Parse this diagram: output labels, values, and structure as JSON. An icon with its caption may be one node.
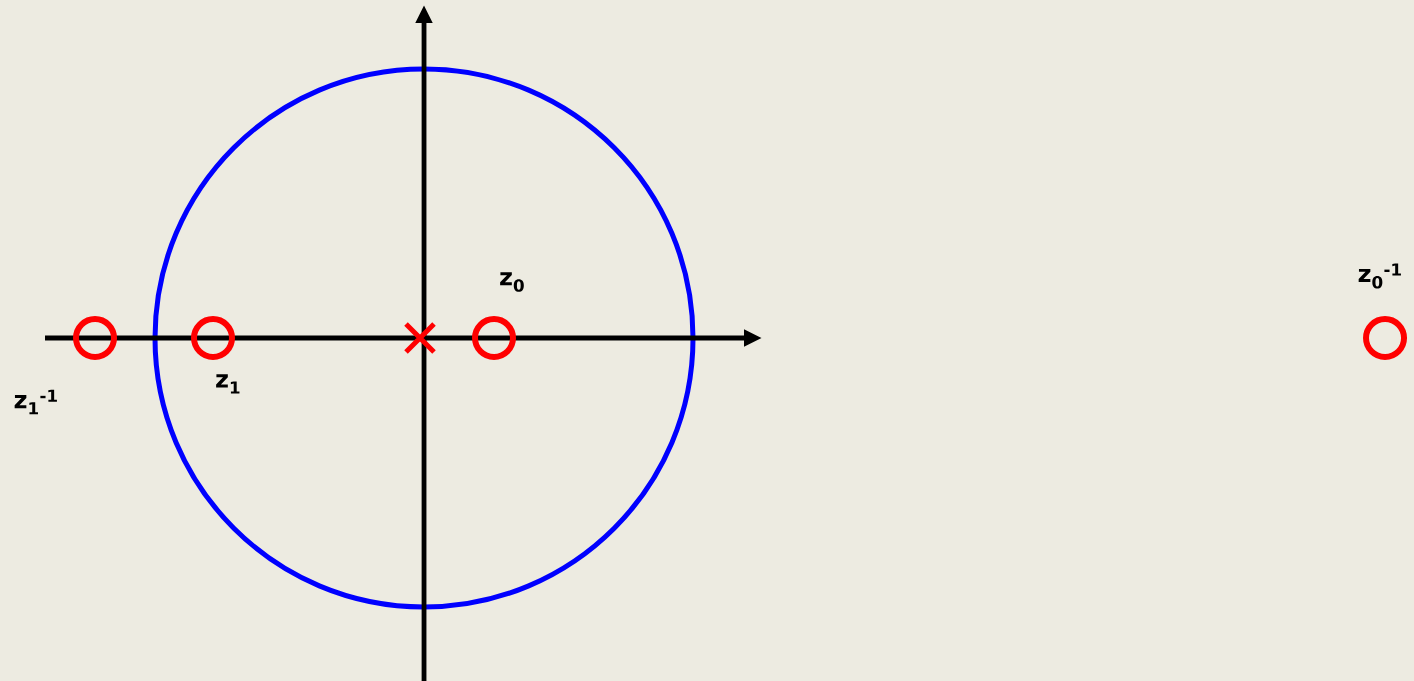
{
  "diagram": {
    "labels": [
      "z$_{0}$",
      "z$_{1}$",
      "z$_{1}$$^{-1}$",
      "z$_{0}$$^{-1}$"
    ]
  }
}
